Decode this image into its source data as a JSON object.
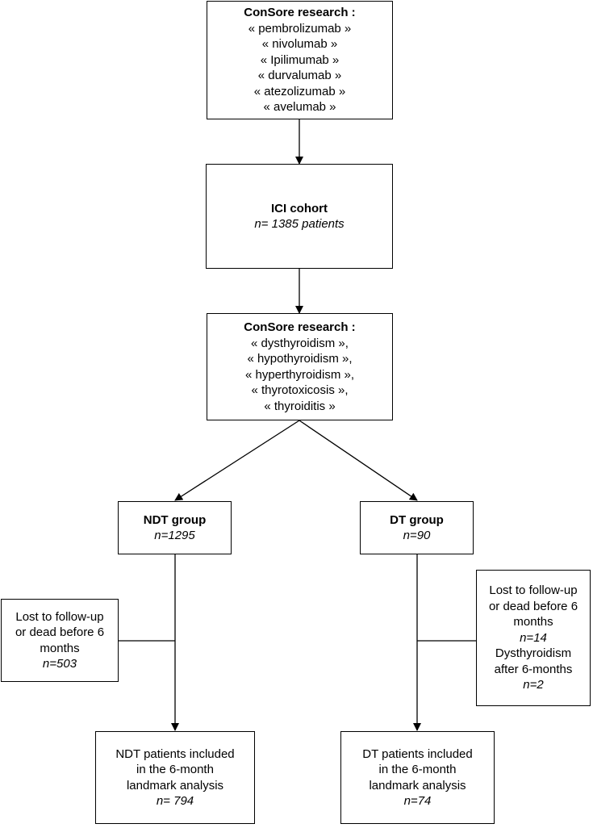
{
  "search1": {
    "title": "ConSore research :",
    "terms": [
      "« pembrolizumab »",
      "« nivolumab »",
      "« Ipilimumab »",
      "« durvalumab »",
      "« atezolizumab »",
      "« avelumab »"
    ]
  },
  "cohort": {
    "title": "ICI cohort",
    "n": "n= 1385 patients"
  },
  "search2": {
    "title": "ConSore research :",
    "terms": [
      "« dysthyroidism »,",
      "« hypothyroidism »,",
      "« hyperthyroidism »,",
      "« thyrotoxicosis »,",
      "« thyroiditis »"
    ]
  },
  "ndt_group": {
    "title": "NDT group",
    "n": "n=1295"
  },
  "dt_group": {
    "title": "DT group",
    "n": "n=90"
  },
  "ndt_excluded": {
    "lines": [
      "Lost to follow-up",
      "or dead before 6",
      "months"
    ],
    "n": "n=503"
  },
  "dt_excluded": {
    "lines1": [
      "Lost to follow-up",
      "or dead before 6",
      "months"
    ],
    "n1": "n=14",
    "lines2": [
      "Dysthyroidism",
      "after 6-months"
    ],
    "n2": "n=2"
  },
  "ndt_included": {
    "lines": [
      "NDT patients included",
      "in the 6-month",
      "landmark analysis"
    ],
    "n": "n= 794"
  },
  "dt_included": {
    "lines": [
      "DT patients included",
      "in the 6-month",
      "landmark analysis"
    ],
    "n": "n=74"
  }
}
